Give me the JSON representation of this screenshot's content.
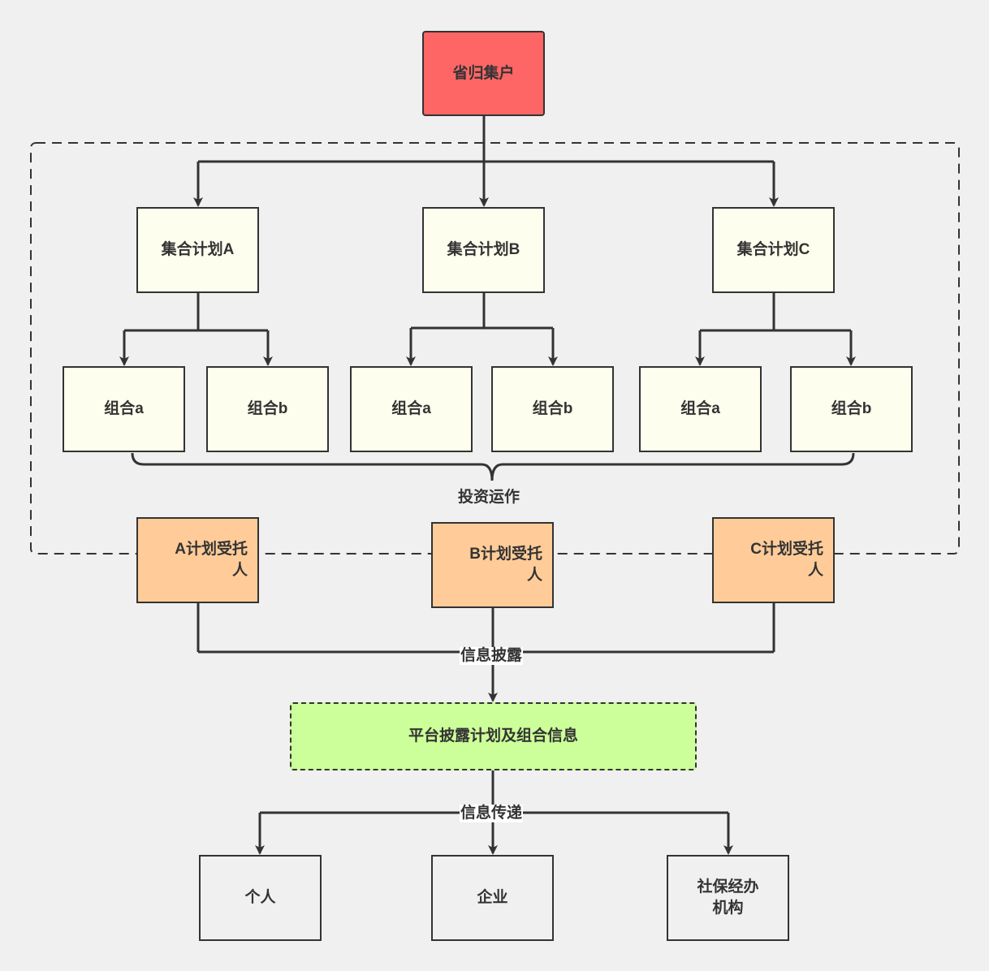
{
  "root": {
    "label": "省归集户"
  },
  "plans": [
    {
      "label": "集合计划A"
    },
    {
      "label": "集合计划B"
    },
    {
      "label": "集合计划C"
    }
  ],
  "portfolios": [
    {
      "label": "组合a"
    },
    {
      "label": "组合b"
    },
    {
      "label": "组合a"
    },
    {
      "label": "组合b"
    },
    {
      "label": "组合a"
    },
    {
      "label": "组合b"
    }
  ],
  "investment_label": "投资运作",
  "trustees": [
    {
      "line1": "A计划受托",
      "line2": "人"
    },
    {
      "line1": "B计划受托",
      "line2": "人"
    },
    {
      "line1": "C计划受托",
      "line2": "人"
    }
  ],
  "disclosure_label": "信息披露",
  "platform": {
    "label": "平台披露计划及组合信息"
  },
  "transfer_label": "信息传递",
  "recipients": [
    {
      "line1": "个人",
      "line2": ""
    },
    {
      "line1": "企业",
      "line2": ""
    },
    {
      "line1": "社保经办",
      "line2": "机构"
    }
  ],
  "colors": {
    "root_fill": "#fe6666",
    "plan_fill": "#fefeee",
    "trustee_fill": "#ffcc99",
    "platform_fill": "#ccff99",
    "stroke": "#333333",
    "background": "#f0f0f0"
  }
}
